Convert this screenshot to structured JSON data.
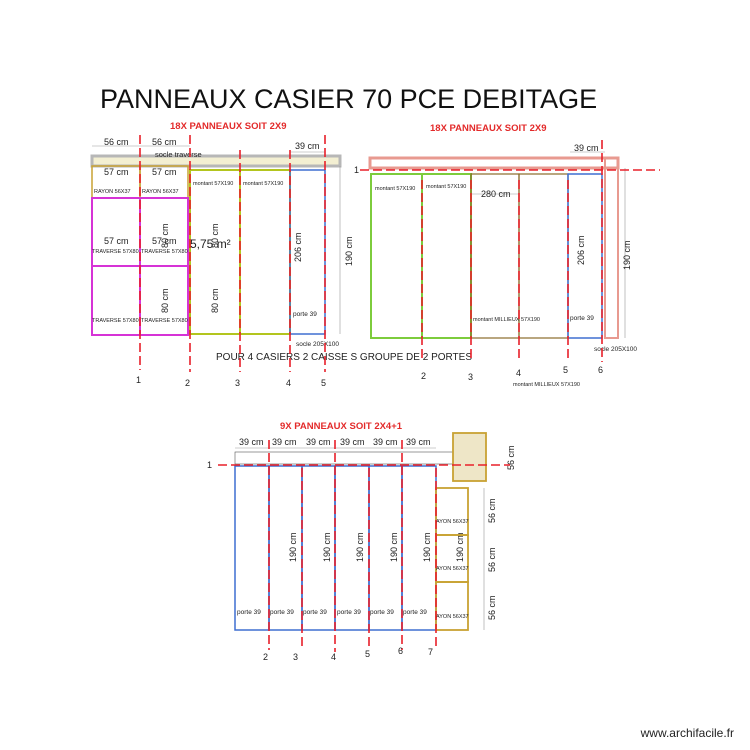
{
  "title": "PANNEAUX CASIER 70 PCE DEBITAGE",
  "headers": {
    "a": "18X PANNEAUX SOIT 2X9",
    "b": "18X PANNEAUX SOIT 2X9",
    "c": "9X PANNEAUX SOIT 2X4+1"
  },
  "note": "POUR 4 CASIERS 2 CAISSE S GROUPE DE 2 PORTES",
  "watermark": "www.archifacile.fr",
  "area": "5,75 m²",
  "dims": {
    "d56": "56 cm",
    "d57": "57 cm",
    "d39": "39 cm",
    "d80": "80 cm",
    "d206": "206 cm",
    "d190": "190 cm",
    "d280": "280 cm"
  },
  "labels": {
    "socle_traverse": "socle traverse",
    "rayon": "RAYON 56X37",
    "traverse": "TRAVERSE 57X80",
    "montant": "montant 57X190",
    "porte": "porte 39",
    "socle": "socle 205X100",
    "milieux": "montant MILLIEUX 57X190",
    "rayon_short": "AYON 56X37"
  },
  "axes": {
    "a": [
      "1",
      "2",
      "3",
      "4",
      "5"
    ],
    "b": [
      "1",
      "2",
      "3",
      "4",
      "5",
      "6"
    ],
    "c": [
      "1",
      "2",
      "3",
      "4",
      "5",
      "6",
      "7"
    ]
  },
  "colors": {
    "axis": "#e8202a",
    "magenta": "#d633d6",
    "yellow_green": "#b3c51e",
    "green": "#7dcc3c",
    "blue": "#3f6fd0",
    "brown": "#8a6b2a",
    "salmon": "#e89a90",
    "gold": "#c8a233"
  }
}
